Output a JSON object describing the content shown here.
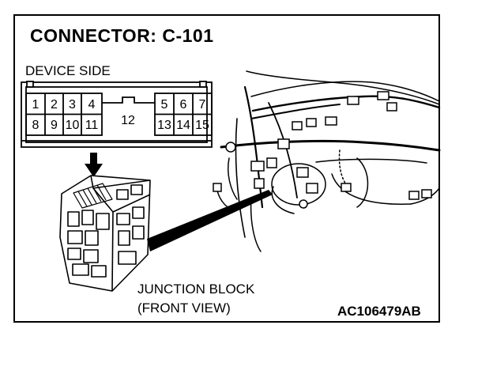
{
  "title": "CONNECTOR: C-101",
  "device_side_label": "DEVICE SIDE",
  "connector_pins": {
    "top_row_left": [
      "1",
      "2",
      "3",
      "4"
    ],
    "top_row_right": [
      "5",
      "6",
      "7"
    ],
    "bottom_row_left": [
      "8",
      "9",
      "10",
      "11"
    ],
    "center": "12",
    "bottom_row_right": [
      "13",
      "14",
      "15"
    ]
  },
  "junction_block_label": [
    "JUNCTION BLOCK",
    "(FRONT VIEW)"
  ],
  "figure_code": "AC106479AB"
}
